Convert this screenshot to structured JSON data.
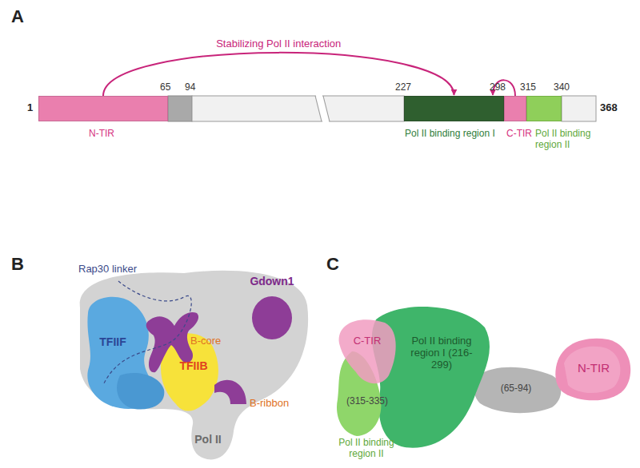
{
  "diagram": {
    "nodes": [
      {
        "text": [
          "N-TIR"
        ]
      },
      {
        "text": [
          "Pol II binding region I"
        ]
      },
      {
        "text": [
          "C-TIR"
        ]
      },
      {
        "text": [
          "Pol II binding region II"
        ]
      },
      {
        "text": [
          "Pol II"
        ]
      },
      {
        "text": [
          "TFIIF"
        ],
        "in": 4
      },
      {
        "text": [
          "TFIIB"
        ],
        "in": 4
      },
      {
        "text": [
          "Gdown1"
        ],
        "in": 4
      },
      {
        "text": [
          "C-TIR"
        ]
      },
      {
        "text": [
          "Pol II binding region I (216-299)"
        ]
      },
      {
        "text": [
          "(315-335)",
          "Pol II binding region II"
        ]
      },
      {
        "text": [
          "(65-94)"
        ]
      },
      {
        "text": [
          "N-TIR"
        ]
      }
    ],
    "edges": [
      {
        "from": 0,
        "to": 1,
        "arrow": "to",
        "label": "Stabilizing Pol II interaction"
      },
      {
        "from": 2,
        "to": 1,
        "arrow": "to"
      }
    ],
    "labels": [
      "A",
      "B",
      "C",
      "1",
      "65",
      "94",
      "227",
      "298",
      "315",
      "340",
      "368",
      "Rap30 linker",
      "B-core",
      "B-ribbon"
    ]
  }
}
